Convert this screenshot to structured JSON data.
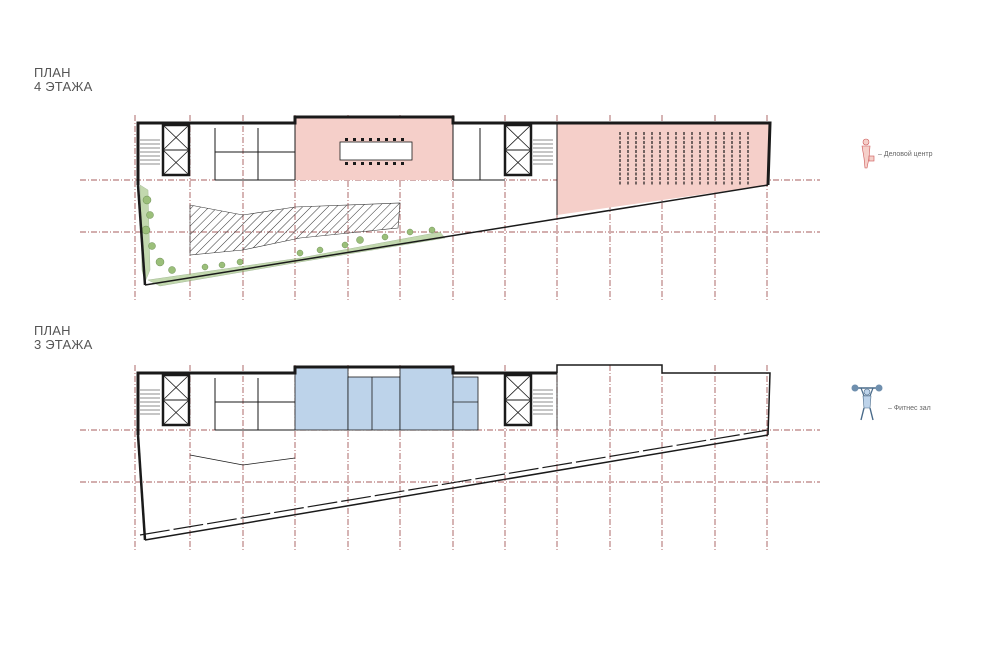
{
  "plan_4": {
    "title_line1": "ПЛАН",
    "title_line2": "4 ЭТАЖА",
    "legend_label": "– Деловой центр",
    "legend_icon": "businessman-icon",
    "zone_color": "#f5cfc9"
  },
  "plan_3": {
    "title_line1": "ПЛАН",
    "title_line2": "3 ЭТАЖА",
    "legend_label": "– Фитнес зал",
    "legend_icon": "weightlifter-icon",
    "zone_color": "#bdd3ea"
  },
  "colors": {
    "wall": "#1a1a1a",
    "grid_axis": "#8b2a2a",
    "landscape": "#9bbf7a"
  }
}
